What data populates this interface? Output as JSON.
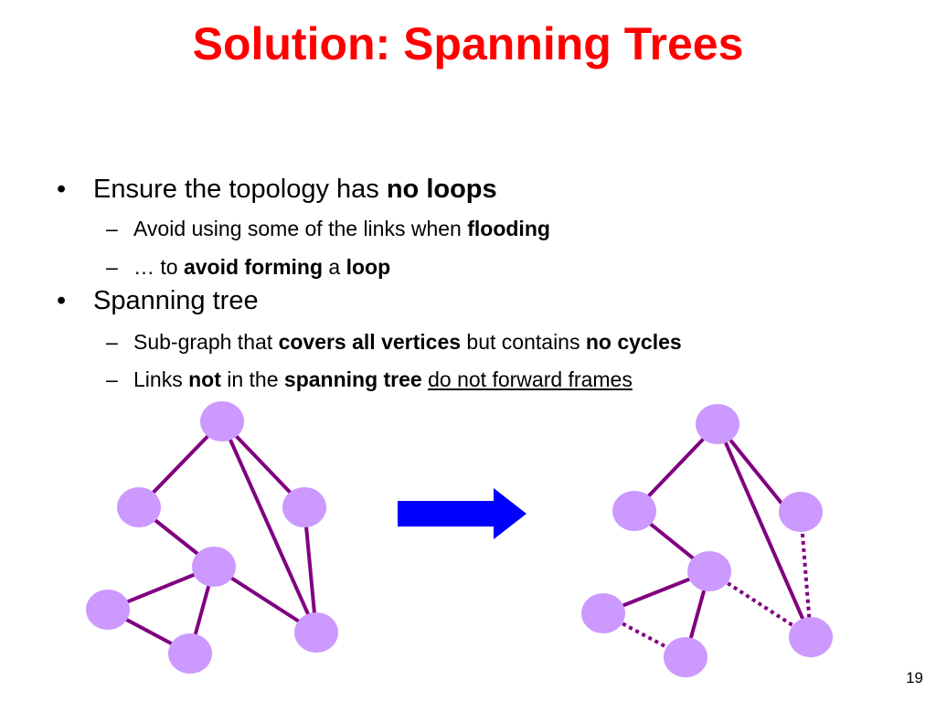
{
  "title": "Solution: Spanning Trees",
  "bullets": [
    {
      "parts": [
        "Ensure the topology has ",
        "no loops"
      ],
      "subs": [
        {
          "parts": [
            "Avoid using some of the links when ",
            "flooding"
          ]
        },
        {
          "parts": [
            "… to ",
            "avoid forming",
            " a ",
            "loop"
          ]
        }
      ]
    },
    {
      "parts": [
        "Spanning tree"
      ],
      "subs": [
        {
          "parts": [
            "Sub-graph that ",
            "covers all vertices",
            " but contains ",
            "no cycles"
          ]
        },
        {
          "parts": [
            "Links ",
            "not",
            " in the ",
            "spanning tree",
            " ",
            "do not forward frames"
          ]
        }
      ]
    }
  ],
  "bullet_symbol": "•",
  "sub_symbol": "–",
  "page_number": "19",
  "colors": {
    "title": "#ff0000",
    "node_fill": "#cc99ff",
    "edge": "#800080",
    "arrow": "#0000ff"
  }
}
